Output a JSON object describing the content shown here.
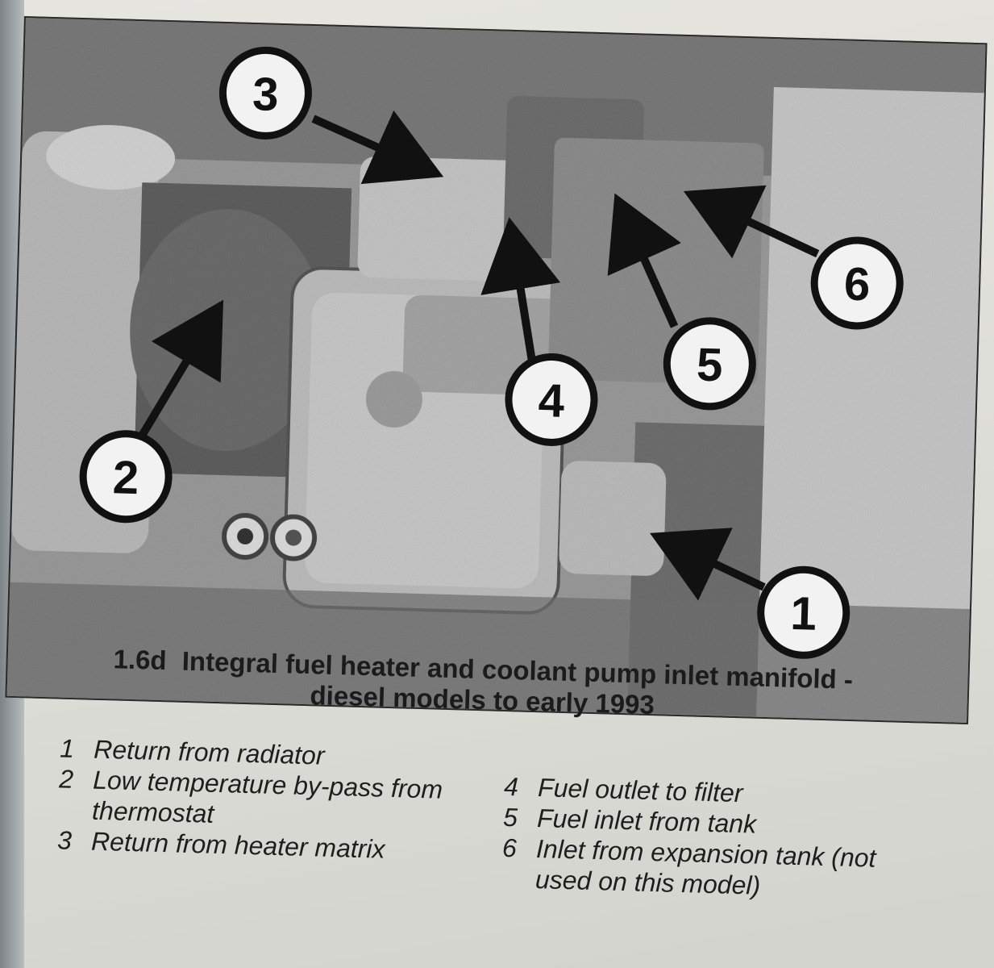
{
  "figure": {
    "number": "1.6d",
    "title": "Integral fuel heater and coolant pump inlet manifold - diesel models to early 1993",
    "title_line1": "Integral fuel heater and coolant pump inlet manifold -",
    "title_line2": "diesel models to early 1993",
    "callouts": [
      "1",
      "2",
      "3",
      "4",
      "5",
      "6"
    ]
  },
  "legend_left": [
    {
      "num": "1",
      "text": "Return from radiator"
    },
    {
      "num": "2",
      "text": "Low temperature by-pass from thermostat"
    },
    {
      "num": "3",
      "text": "Return from heater matrix"
    }
  ],
  "legend_right": [
    {
      "num": "4",
      "text": "Fuel outlet to filter"
    },
    {
      "num": "5",
      "text": "Fuel inlet from tank"
    },
    {
      "num": "6",
      "text": "Inlet from expansion tank (not used on this model)"
    }
  ]
}
